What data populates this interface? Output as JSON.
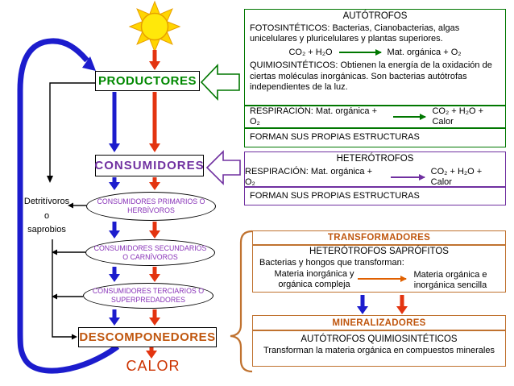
{
  "palette": {
    "green_line": "#007700",
    "green_text": "#008800",
    "purple": "#7030A0",
    "ellipse_text": "#8833B8",
    "blue_arrow": "#1C1CCD",
    "red_arrow": "#E33410",
    "brown_border": "#C0722F",
    "orange_header_text": "#C0570F",
    "calor_text": "#CC3300",
    "sun_yellow": "#FFE80A",
    "sun_ray": "#FFD500",
    "sun_edge": "#E8A000",
    "black": "#000000",
    "background": "#FFFFFF"
  },
  "flow": {
    "productores_label": "PRODUCTORES",
    "consumidores_label": "CONSUMIDORES",
    "descomponedores_label": "DESCOMPONEDORES",
    "calor_label": "CALOR",
    "detritivores": {
      "line1": "Detritívoros",
      "line2": "o",
      "line3": "saprobios"
    },
    "ellipse1": {
      "line1": "CONSUMIDORES PRIMARIOS O",
      "line2": "HERBÍVOROS"
    },
    "ellipse2": {
      "line1": "CONSUMIDORES SECUNDARIOS",
      "line2": "O CARNÍVOROS"
    },
    "ellipse3": {
      "line1": "CONSUMIDORES TERCIARIOS O",
      "line2": "SUPERPREDADORES"
    }
  },
  "autotrofos": {
    "title": "AUTÓTROFOS",
    "fotosinteticos": "FOTOSINTÉTICOS: Bacterias, Cianobacterias, algas unicelulares y pluricelulares y plantas superiores.",
    "eq_left": "CO₂ + H₂O",
    "eq_right": "Mat. orgánica + O₂",
    "quimiosinteticos": "QUIMIOSINTÉTICOS: Obtienen la energía de la oxidación de ciertas moléculas inorgánicas. Son bacterias autótrofas independientes de la luz.",
    "resp_left": "RESPIRACIÓN: Mat. orgánica + O₂",
    "resp_right": "CO₂ + H₂O + Calor",
    "forman": "FORMAN SUS PROPIAS ESTRUCTURAS"
  },
  "heterotrofos": {
    "title": "HETERÓTROFOS",
    "resp_left": "RESPIRACIÓN: Mat. orgánica + O₂",
    "resp_right": "CO₂ + H₂O + Calor",
    "forman": "FORMAN SUS PROPIAS ESTRUCTURAS"
  },
  "transformadores": {
    "header": "TRANSFORMADORES",
    "subtitle": "HETERÓTROFOS SAPRÓFITOS",
    "intro": "Bacterias y hongos que transforman:",
    "from_line1": "Materia inorgánica y",
    "from_line2": "orgánica compleja",
    "to_line1": "Materia orgánica e",
    "to_line2": "inorgánica sencilla"
  },
  "mineralizadores": {
    "header": "MINERALIZADORES",
    "subtitle": "AUTÓTROFOS QUIMIOSINTÉTICOS",
    "body": "Transforman la materia orgánica en compuestos minerales"
  }
}
